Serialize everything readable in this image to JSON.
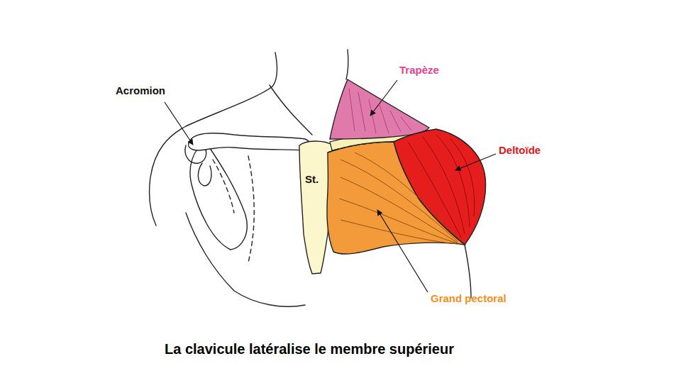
{
  "diagram": {
    "caption": "La clavicule latéralise le membre supérieur",
    "labels": [
      "Acromion",
      "Trapèze",
      "Deltoïde",
      "St.",
      "Grand pectoral"
    ]
  }
}
